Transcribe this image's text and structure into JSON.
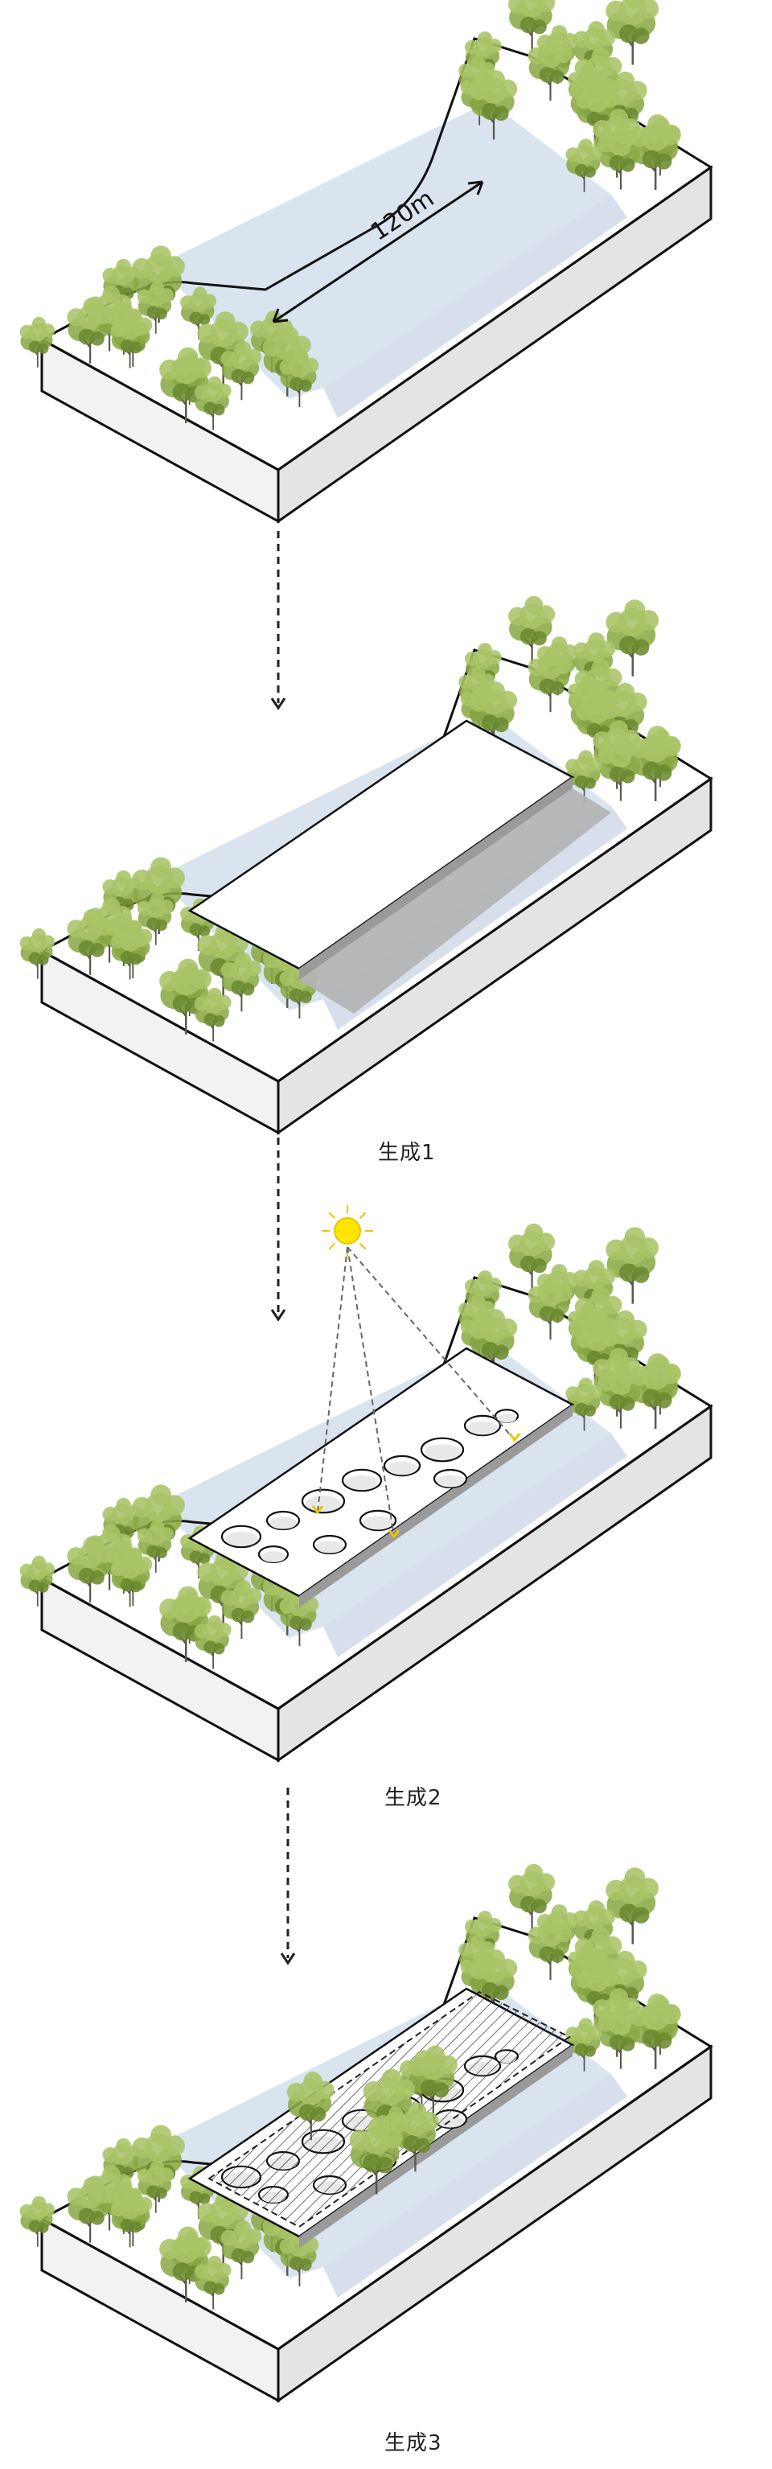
{
  "dimension_label": "120m",
  "captions": [
    "生成1",
    "生成2",
    "生成3"
  ],
  "colors": {
    "water": "#d9e4ef",
    "water_shade": "#c4d2e2",
    "ground_top": "#ffffff",
    "ground_side": "#f2f2f2",
    "ground_front": "#e4e4e4",
    "outline": "#111111",
    "tree_light": "#a9c467",
    "tree_mid": "#8aaa45",
    "tree_dark": "#6b8a2f",
    "trunk": "#5a5a4a",
    "sun": "#ffe400",
    "sun_rays": "#e6c800",
    "deck_shadow": "#9a9a9a",
    "bridge_shadow": "#b3b3b3"
  },
  "icons": [
    "sun-icon",
    "tree-icon",
    "arrow-down-icon",
    "dimension-arrow-icon"
  ]
}
